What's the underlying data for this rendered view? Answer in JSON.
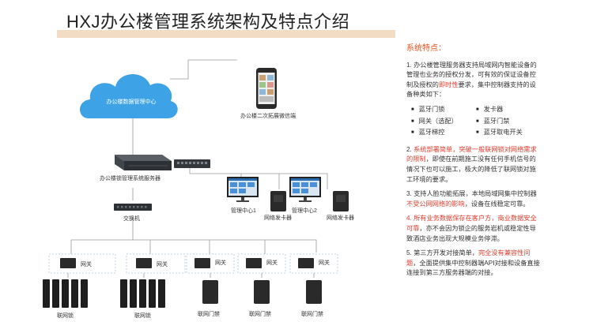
{
  "title": "HXJ办公楼管理系统架构及特点介绍",
  "diagram": {
    "cloud_label": "办公楼数据管理中心",
    "phone_label": "办公楼二次拓展微信端",
    "server_label": "办公楼锁管理系统服务器",
    "switch_label": "交换机",
    "mgmt1_label": "管理中心1",
    "mgmt2_label": "管理中心2",
    "card1_label": "网络发卡器",
    "card2_label": "网络发卡器",
    "gateway_labels": [
      "网关",
      "网关",
      "网关",
      "网关",
      "网关"
    ],
    "lock_label_1": "联网锁",
    "lock_label_2": "联网锁",
    "access_labels": [
      "联网门禁",
      "联网门禁",
      "联网门禁"
    ]
  },
  "features": {
    "heading": "系统特点：",
    "p1": {
      "a": "1. 办公楼管理服务器支持局域网内智能设备的管理也业务的授权分发，可有效的保证设备控制及授权的",
      "hl": "即时性",
      "b": "要求，集中控制器支持的设备种类如下："
    },
    "devices": [
      "蓝牙门锁",
      "发卡器",
      "网关（选配）",
      "蓝牙门禁",
      "蓝牙梯控",
      "蓝牙取电开关"
    ],
    "p2": {
      "a": "2. ",
      "hl": "系统部署简单，突破一般联网锁对网络需求的限制",
      "b": "，即使在前期施工没有任何手机信号的情况下也可以施工，极大的降低了联网锁对施工环境的要求。"
    },
    "p3": {
      "a": "3. 支持人脸功能拓展，本地局域网集中控制器",
      "hl": "不受公网网络的影响",
      "b": "，设备在线稳定可靠。"
    },
    "p4": {
      "hl": "4. 所有业务数据保存在客户方，商业数据安全可靠",
      "b": "，亦不会因为锁企的服务岩机或稳定性导致酒店业务出现大规模业务停滞。"
    },
    "p5": {
      "a": "5. 第三方开发对接简单，",
      "hl": "完全没有兼容性问题",
      "b": "，全面提供集中控制器端API对接和设备直接连接到第三方服务器端的对接。"
    }
  }
}
